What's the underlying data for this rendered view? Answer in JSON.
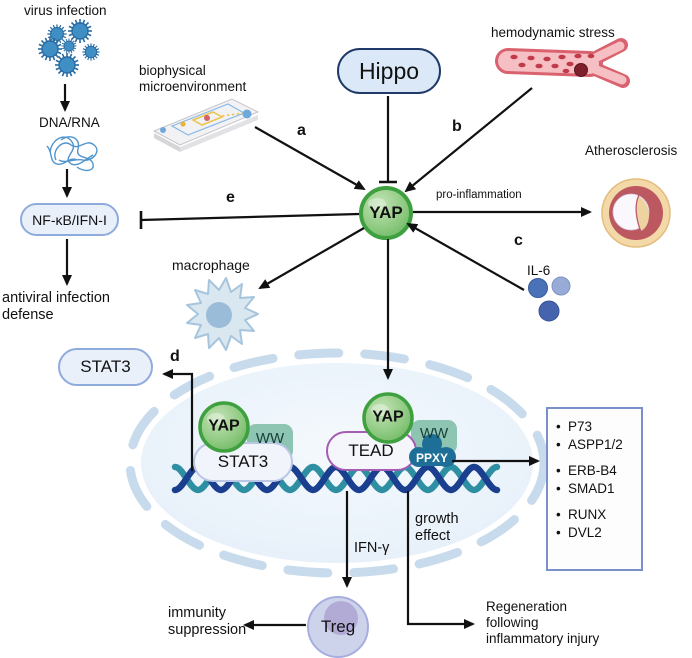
{
  "pathway": {
    "virus_infection": "virus infection",
    "dna_rna": "DNA/RNA",
    "nfkb": "NF-κB/IFN-I",
    "antiviral_defense": "antiviral infection\ndefense",
    "biophysical": "biophysical\nmicroenvironment",
    "hippo": "Hippo",
    "hemodynamic_stress": "hemodynamic stress",
    "atherosclerosis": "Atherosclerosis",
    "pro_inflammation": "pro-inflammation",
    "yap_center": "YAP",
    "macrophage": "macrophage",
    "il6": "IL-6",
    "stat3_cytoplasm": "STAT3"
  },
  "edge_labels": {
    "a": "a",
    "b": "b",
    "c": "c",
    "d": "d",
    "e": "e"
  },
  "nucleus": {
    "complex_stat3": {
      "yap": "YAP",
      "ww": "WW",
      "stat3": "STAT3"
    },
    "complex_tead": {
      "yap": "YAP",
      "ww": "WW",
      "tead": "TEAD",
      "ppxy": "PPXY"
    }
  },
  "gene_box": {
    "items": [
      "P73",
      "ASPP1/2",
      "ERB-B4",
      "SMAD1",
      "RUNX",
      "DVL2"
    ]
  },
  "outputs": {
    "ifn_gamma": "IFN-γ",
    "growth_effect": "growth\neffect",
    "treg": "Treg",
    "immunity_suppression": "immunity\nsuppression",
    "regeneration": "Regeneration\nfollowing\ninflammatory injury"
  },
  "colors": {
    "yap_border": "#3fa03f",
    "yap_fill": "#8cc97f",
    "ww_tag": "#8ec4b2",
    "ppxy": "#1e6f98",
    "tead_border": "#a55cb5",
    "hippo_fill": "#dbe8f8",
    "hippo_border": "#1f3a68",
    "box_border": "#8fabdc",
    "nucleus_fill": "#edf4fb",
    "nucleus_dash": "#c7dbec",
    "dna_navy": "#1b3f8f",
    "dna_teal": "#2e8fa3",
    "vessel_pink": "#f5bfc4",
    "vessel_red": "#d9626e",
    "artery_tan": "#f4d9a8",
    "treg_fill": "#ced3ec",
    "virus_blue": "#3f8fc4",
    "arrow": "#111111"
  }
}
